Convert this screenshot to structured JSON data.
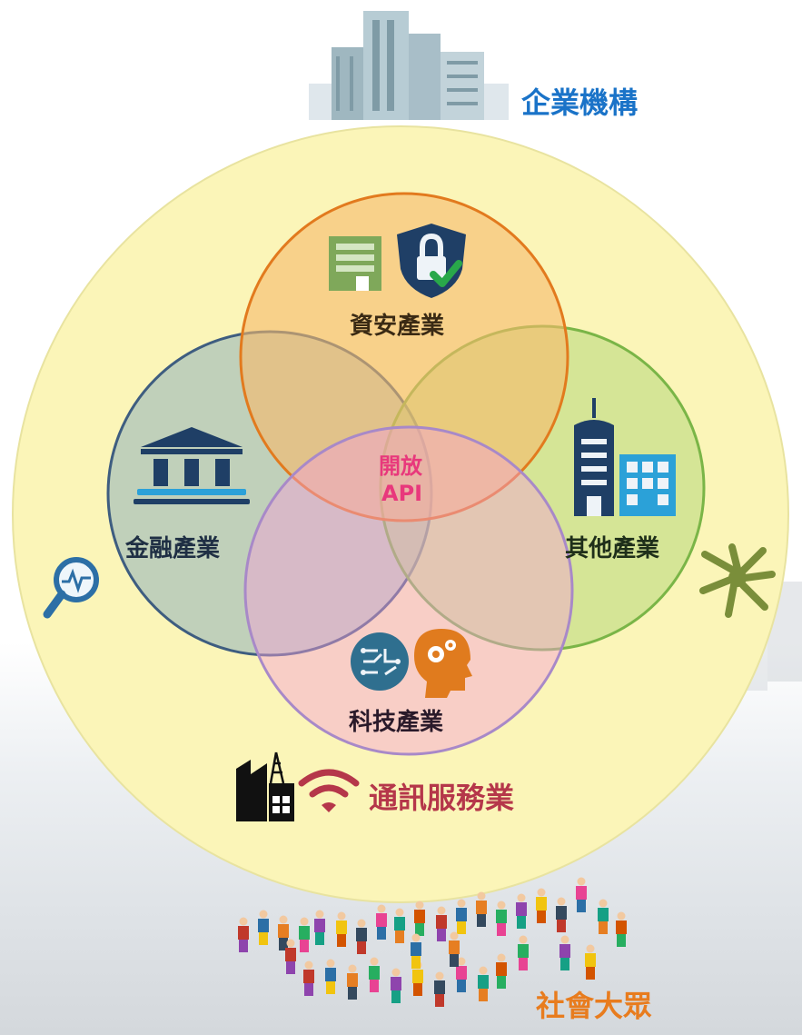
{
  "enterprise": {
    "label": "企業機構",
    "icon": "office-buildings-icon",
    "color": "#1a73c8"
  },
  "society": {
    "label": "社會大眾",
    "icon": "crowd-of-people-icon",
    "color": "#e87c1e"
  },
  "telecom": {
    "label": "通訊服務業",
    "icons": [
      "factory-tower-icon",
      "wifi-icon"
    ],
    "color": "#b5374a"
  },
  "center": {
    "line1": "開放",
    "line2": "API",
    "color": "#e8387c"
  },
  "circles": {
    "security": {
      "label": "資安產業",
      "icons": [
        "document-form-icon",
        "security-shield-icon"
      ],
      "fill": "#f6b96a",
      "stroke": "#e27a1e"
    },
    "finance": {
      "label": "金融產業",
      "icon": "bank-icon",
      "fill": "#8fb0bc",
      "stroke": "#3e5d80"
    },
    "other": {
      "label": "其他產業",
      "icons": [
        "skyscraper-icon",
        "building-icon"
      ],
      "fill": "#b7d77a",
      "stroke": "#7ab547"
    },
    "tech": {
      "label": "科技產業",
      "icons": [
        "circuit-head-icon",
        "gear-head-icon"
      ],
      "fill": "#f4a0d6",
      "stroke": "#a889c8"
    }
  },
  "decorations": [
    "magnifier-heartbeat-icon",
    "hands-collaboration-icon"
  ],
  "outer_circle_fill": "#fbf5b8"
}
